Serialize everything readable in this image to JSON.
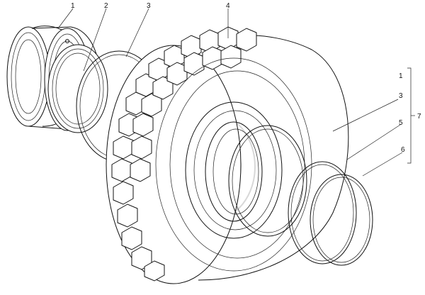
{
  "callouts": {
    "c1": "1",
    "c2": "2",
    "c3": "3",
    "c4": "4",
    "g1": "1",
    "g3": "3",
    "g5": "5",
    "g6": "6",
    "g7": "7"
  },
  "icons": {
    "watermark": "watermark-logo"
  }
}
